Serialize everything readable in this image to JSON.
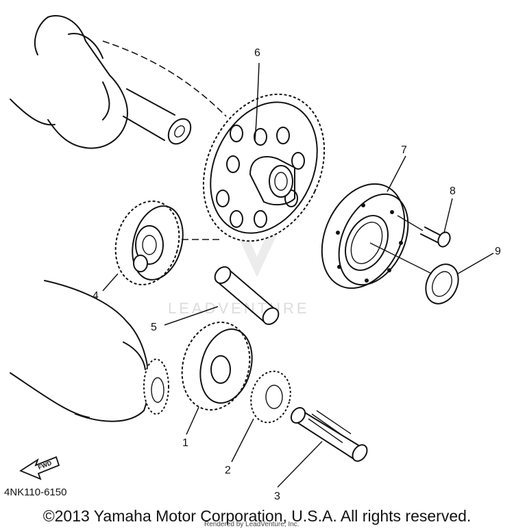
{
  "callouts": [
    "1",
    "2",
    "3",
    "4",
    "5",
    "6",
    "7",
    "8",
    "9"
  ],
  "fwd_label": "FWD",
  "part_code": "4NK110-6150",
  "watermark": "LEADVENTURE",
  "copyright": "©2013 Yamaha Motor Corporation, U.S.A. All rights reserved.",
  "rendered_by": "Rendered by LeadVenture, Inc."
}
